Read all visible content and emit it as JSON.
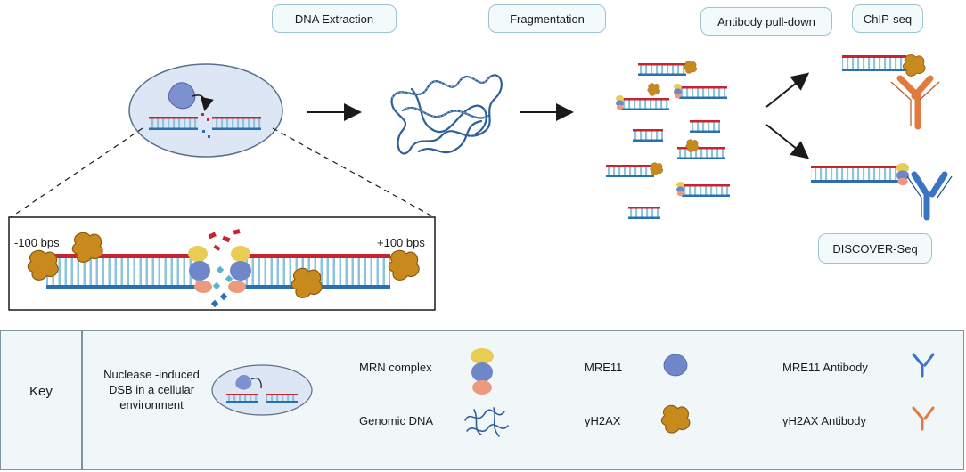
{
  "steps": {
    "dna_extraction": "DNA Extraction",
    "fragmentation": "Fragmentation",
    "antibody_pulldown": "Antibody pull-down",
    "chip_seq": "ChIP-seq",
    "discover_seq": "DISCOVER-Seq"
  },
  "inset": {
    "left_label": "-100 bps",
    "right_label": "+100 bps"
  },
  "key": {
    "title": "Key",
    "dsb": "Nuclease -induced DSB in a cellular environment",
    "mrn": "MRN complex",
    "genomic_dna": "Genomic DNA",
    "mre11": "MRE11",
    "h2ax": "γH2AX",
    "mre11_antibody": "MRE11 Antibody",
    "h2ax_antibody": "γH2AX Antibody"
  },
  "colors": {
    "dna_top": "#c8242f",
    "dna_bottom": "#2a6fb0",
    "rung": "#8bc4dc",
    "h2ax": "#c98a1d",
    "mre11": "#6f86c8",
    "rad50": "#e8cd55",
    "nbs1": "#ec9a7e",
    "mre11_antibody": "#3a74c4",
    "h2ax_antibody": "#e07a3e",
    "cell": "#dce6f5"
  }
}
